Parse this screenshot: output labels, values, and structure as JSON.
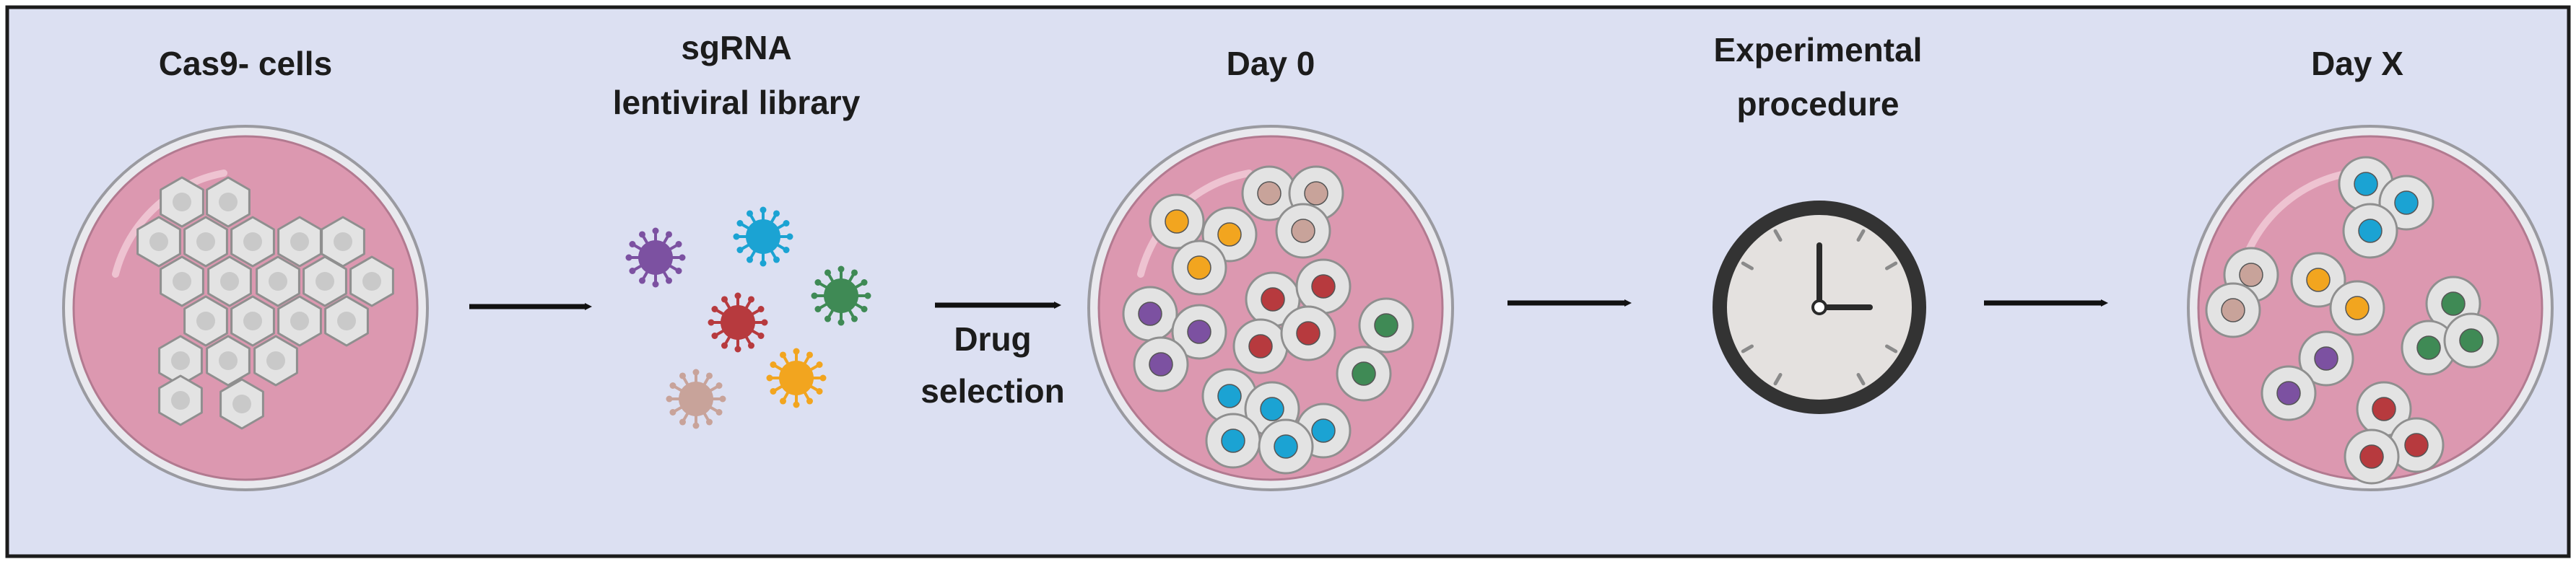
{
  "labels": {
    "cas9_cells": "Cas9- cells",
    "sgrna_line1": "sgRNA",
    "sgrna_line2": "lentiviral library",
    "day0": "Day 0",
    "experimental_line1": "Experimental",
    "experimental_line2": "procedure",
    "dayx": "Day X",
    "drug_line1": "Drug",
    "drug_line2": "selection"
  },
  "colors": {
    "background": "#dce0f2",
    "border": "#1c1c1c",
    "dish_fill": "#dc98b0",
    "dish_rim": "#e9e9ee",
    "cell_fill": "#e3e3e3",
    "cell_stroke": "#8f8f8f",
    "nucleus_grey": "#c9c9c9",
    "purple": "#7c51a1",
    "blue": "#1ba3d3",
    "green": "#3f8a55",
    "red": "#b73a3e",
    "tan": "#c8a39a",
    "orange": "#f2a51f",
    "clock_face": "#e4e1df",
    "clock_rim": "#333333"
  },
  "icons": [
    "petri-dish-icon",
    "virus-icon",
    "cell-icon",
    "clock-icon",
    "arrow-right-icon"
  ]
}
